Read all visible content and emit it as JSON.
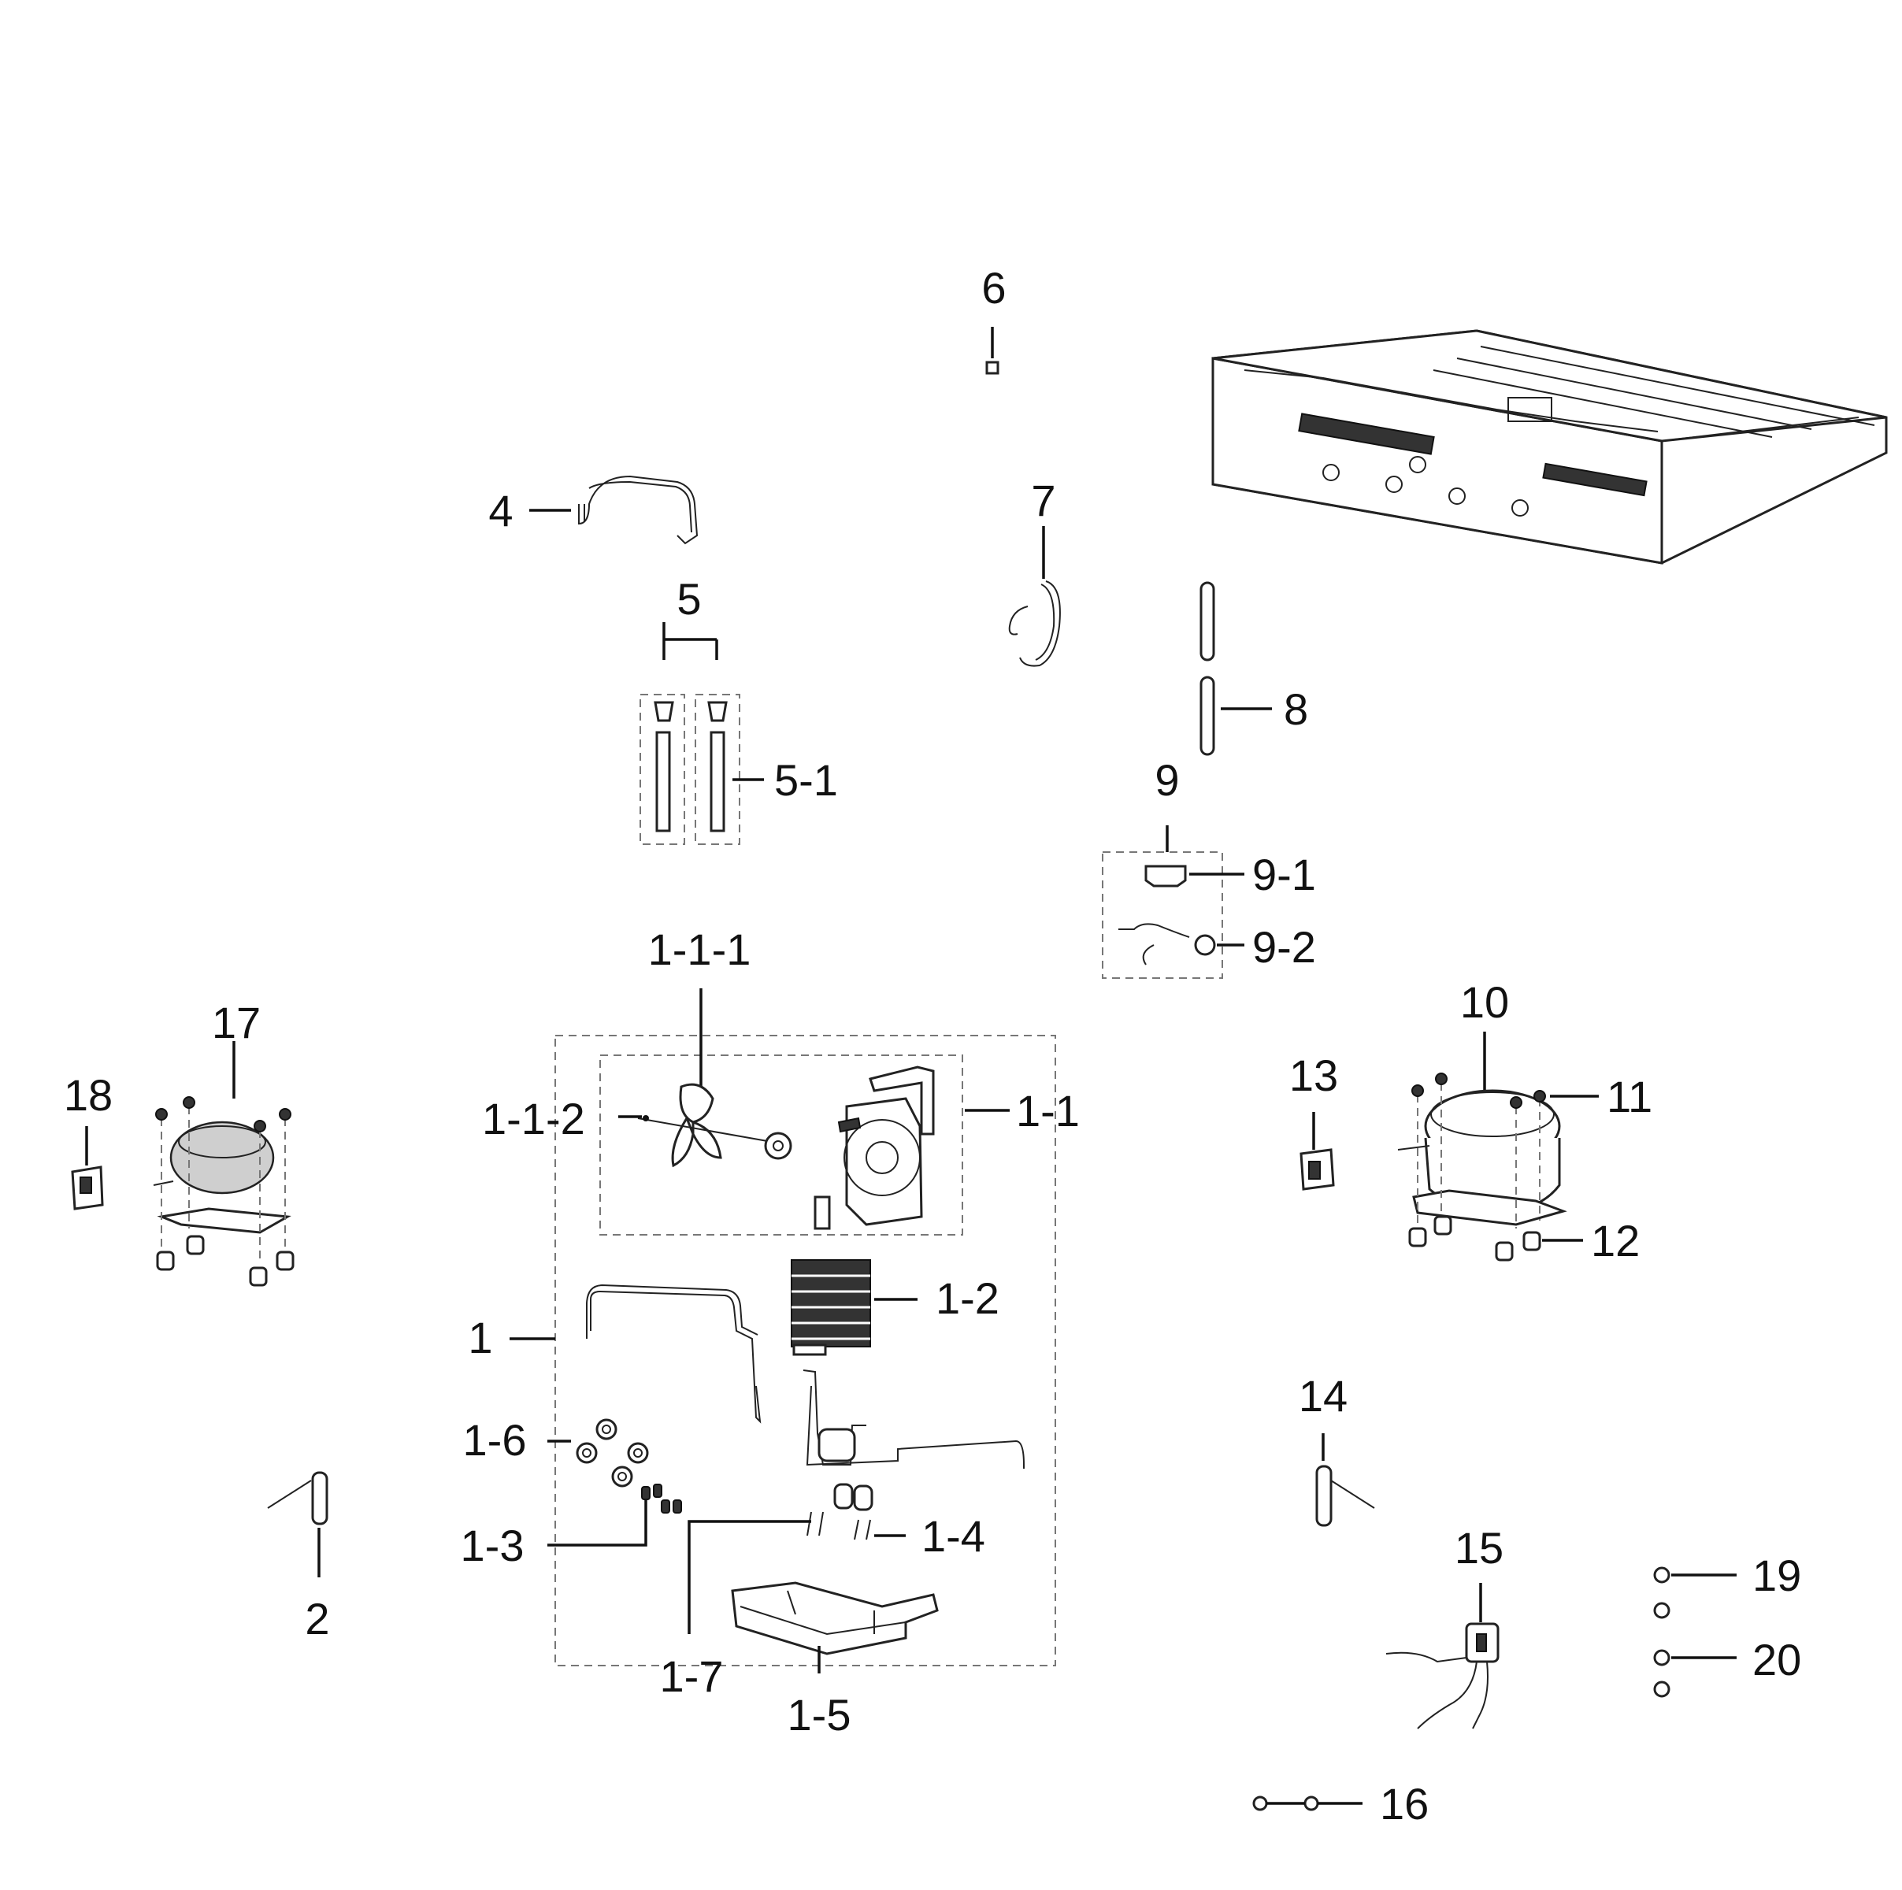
{
  "labels": {
    "p1": "1",
    "p1_1": "1-1",
    "p1_1_1": "1-1-1",
    "p1_1_2": "1-1-2",
    "p1_2": "1-2",
    "p1_3": "1-3",
    "p1_4": "1-4",
    "p1_5": "1-5",
    "p1_6": "1-6",
    "p1_7": "1-7",
    "p2": "2",
    "p4": "4",
    "p5": "5",
    "p5_1": "5-1",
    "p6": "6",
    "p7": "7",
    "p8": "8",
    "p9": "9",
    "p9_1": "9-1",
    "p9_2": "9-2",
    "p10": "10",
    "p11": "11",
    "p12": "12",
    "p13": "13",
    "p14": "14",
    "p15": "15",
    "p16": "16",
    "p17": "17",
    "p18": "18",
    "p19": "19",
    "p20": "20"
  }
}
